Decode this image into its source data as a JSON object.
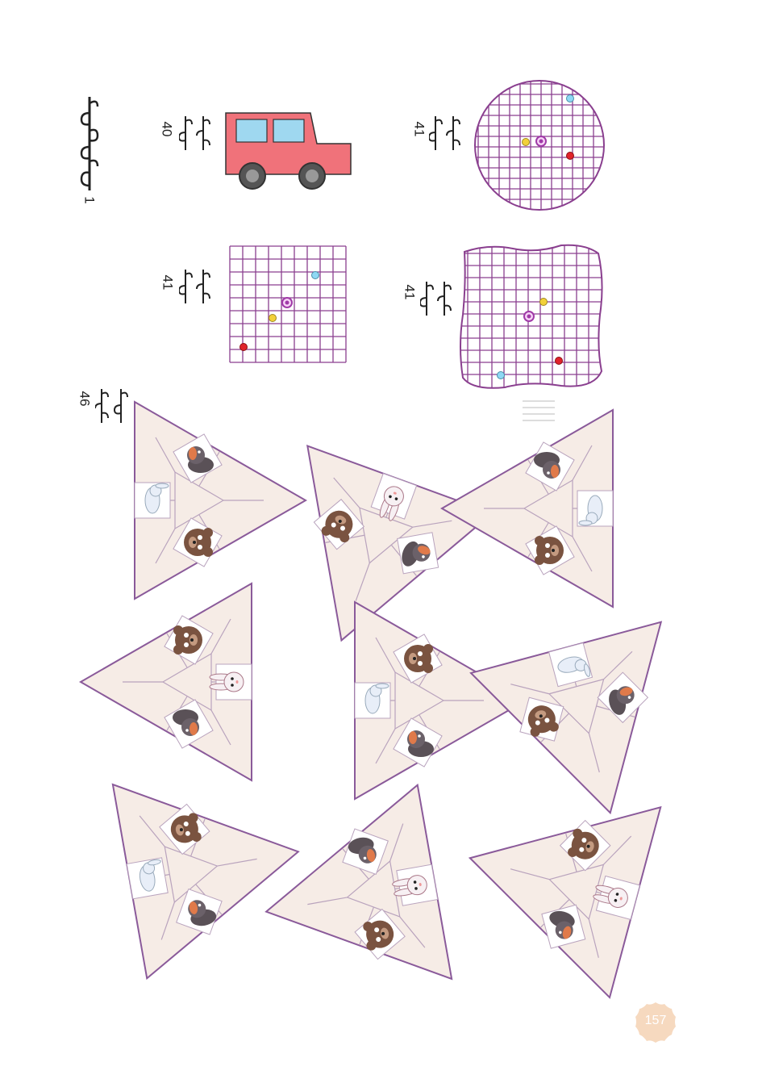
{
  "header": {
    "chapter_number": "1"
  },
  "figures": {
    "car_label": "40",
    "grid_a_label": "41",
    "grid_round_label": "41",
    "grid_wavy_label": "41",
    "triangles_label": "46"
  },
  "page_number": "157",
  "colors": {
    "grid_line": "#8a3f8f",
    "dot_red": "#e0232b",
    "dot_yellow": "#f2d13a",
    "dot_blue": "#8ed8f4",
    "dot_pink": "#c06fc4",
    "car_body": "#f0727a",
    "car_window": "#9fd8f0",
    "triangle_fill": "#f6ece6",
    "triangle_stroke": "#8a5a9a",
    "page_badge": "#f6d9bf"
  },
  "puzzle_pieces": [
    {
      "animals": [
        "bear",
        "squirrel",
        "rabbit"
      ]
    },
    {
      "animals": [
        "squirrel",
        "bear",
        "rabbit"
      ]
    },
    {
      "animals": [
        "rabbit",
        "bear",
        "squirrel"
      ]
    },
    {
      "animals": [
        "rabbit",
        "bear",
        "squirrel"
      ]
    },
    {
      "animals": [
        "squirrel",
        "bear",
        "rabbit"
      ]
    },
    {
      "animals": [
        "squirrel",
        "rabbit",
        "bear"
      ]
    },
    {
      "animals": [
        "rabbit",
        "bear",
        "squirrel"
      ]
    },
    {
      "animals": [
        "squirrel",
        "bear",
        "rabbit"
      ]
    },
    {
      "animals": [
        "bear",
        "squirrel",
        "rabbit"
      ]
    }
  ]
}
